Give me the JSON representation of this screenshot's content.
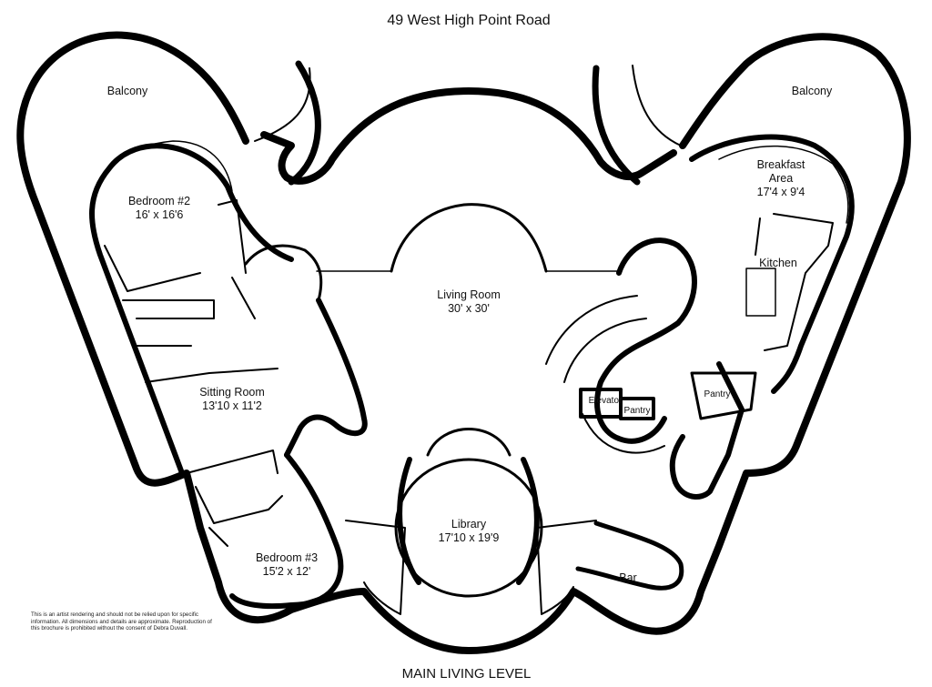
{
  "address": "49 West High Point Road",
  "level": "MAIN LIVING LEVEL",
  "disclaimer": "This is an artist rendering and should not be relied upon for specific information.  All dimensions and details are approximate.  Reproduction of this brochure is prohibited without the consent of Debra Duvall.",
  "rooms": {
    "balcony_left": {
      "name": "Balcony"
    },
    "balcony_right": {
      "name": "Balcony"
    },
    "bedroom2": {
      "name": "Bedroom #2",
      "dims": "16' x 16'6"
    },
    "breakfast": {
      "name_line1": "Breakfast",
      "name_line2": "Area",
      "dims": "17'4 x 9'4"
    },
    "kitchen": {
      "name": "Kitchen"
    },
    "living": {
      "name": "Living Room",
      "dims": "30' x 30'"
    },
    "sitting": {
      "name": "Sitting Room",
      "dims": "13'10 x 11'2"
    },
    "elevator": {
      "name": "Elevator"
    },
    "pantry_center": {
      "name": "Pantry"
    },
    "pantry_right": {
      "name": "Pantry"
    },
    "library": {
      "name": "Library",
      "dims": "17'10 x 19'9"
    },
    "bedroom3": {
      "name": "Bedroom #3",
      "dims": "15'2 x 12'"
    },
    "bar": {
      "name": "Bar"
    }
  }
}
